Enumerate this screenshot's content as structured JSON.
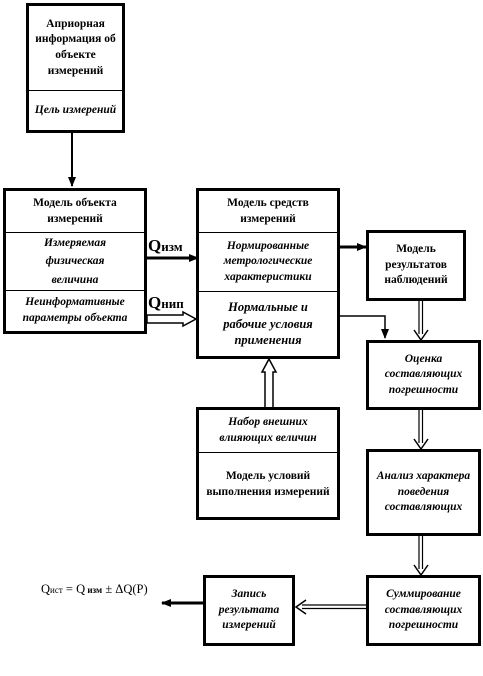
{
  "box_apriori": {
    "title": "Априорная информация об объекте измерений",
    "goal": "Цель измерений"
  },
  "box_object_model": {
    "title": "Модель объекта измерений",
    "measured": "Измеряемая физическая величина",
    "noninformative": "Неинформативные параметры объекта"
  },
  "box_instrument_model": {
    "title": "Модель средств измерений",
    "normalized": "Нормированные метрологические характеристики",
    "conditions": "Нормальные и рабочие условия применения"
  },
  "box_results_model": {
    "title": "Модель результатов наблюдений"
  },
  "box_error_estimate": {
    "title": "Оценка составляющих погрешности"
  },
  "box_analysis": {
    "title": "Анализ характера поведения составляющих"
  },
  "box_summation": {
    "title": "Суммирование составляющих погрешности"
  },
  "box_record": {
    "title": "Запись результата измерений"
  },
  "box_conditions": {
    "influencing": "Набор внешних влияющих величин",
    "model": "Модель условий выполнения измерений"
  },
  "labels": {
    "q_izm_letter": "Q",
    "q_izm_sub": "изм",
    "q_nip_letter": "Q",
    "q_nip_sub": "нип"
  },
  "formula": {
    "q1": "Q",
    "sub1": "ист",
    "eq": " = ",
    "q2": "Q",
    "sub2": " изм",
    "rest": " ± ΔQ(P)"
  }
}
